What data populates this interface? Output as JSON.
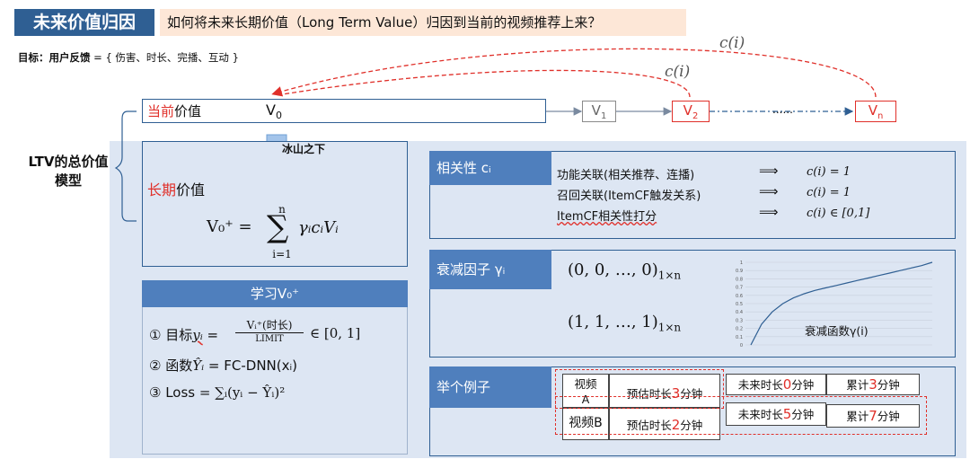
{
  "header": {
    "badge": "未来价值归因",
    "question": "如何将未来长期价值（Long Term Value）归因到当前的视频推荐上来？"
  },
  "goal": {
    "label": "目标：用户反馈",
    "value": "= { 伤害、时长、完播、互动 }"
  },
  "current": {
    "label_red": "当前",
    "label_rest": "价值",
    "v0": "V",
    "v0_sub": "0"
  },
  "chain": {
    "v1": "V",
    "v1_sub": "1",
    "v2": "V",
    "v2_sub": "2",
    "vn": "V",
    "vn_sub": "n",
    "dots": "......",
    "arc_label_top": "c(i)",
    "arc_label_mid": "c(i)"
  },
  "ltv": {
    "label": "LTV的总价值模型"
  },
  "longterm": {
    "label_red": "长期",
    "label_rest": "价值",
    "iceberg": "冰山之下",
    "formula_lhs": "V₀⁺ =",
    "sum_top": "n",
    "sum_bottom": "i=1",
    "sum_term": "γᵢcᵢVᵢ"
  },
  "learn": {
    "header": "学习V₀⁺",
    "row1_a": "① 目标",
    "row1_var": "yᵢ",
    "row1_eq": "=",
    "row1_num": "Vᵢ⁺(时长)",
    "row1_den": "LIMIT",
    "row1_range": "∈ [0, 1]",
    "row2_a": "② 函数",
    "row2_var": "Ŷᵢ",
    "row2_rest": "= FC-DNN(xᵢ)",
    "row3_a": "③ Loss",
    "row3_rest": "= ∑ᵢ(yᵢ − Ŷᵢ)²"
  },
  "relevance": {
    "header": "相关性 cᵢ",
    "rows": [
      {
        "text": "功能关联(相关推荐、连播)",
        "arrow": "⟹",
        "value": "c(i) = 1"
      },
      {
        "text": "召回关联(ItemCF触发关系)",
        "arrow": "⟹",
        "value": "c(i) = 1"
      },
      {
        "text": "ItemCF相关性打分",
        "arrow": "⟹",
        "value": "c(i) ∈ [0,1]"
      }
    ]
  },
  "decay": {
    "header": "衰减因子 γᵢ",
    "vec1": "(0, 0, …, 0)",
    "vec1_sub": "1×n",
    "vec2": "(1, 1, …, 1)",
    "vec2_sub": "1×n",
    "chart_label": "衰减函数γ(i)"
  },
  "chart_data": {
    "type": "line",
    "title": "衰减函数γ(i)",
    "xlabel": "",
    "ylabel": "",
    "ylim": [
      0,
      1
    ],
    "y_ticks": [
      "0",
      "0.1",
      "0.2",
      "0.3",
      "0.4",
      "0.5",
      "0.6",
      "0.7",
      "0.8",
      "0.9",
      "1"
    ],
    "grid": true,
    "series": [
      {
        "values": [
          0.0,
          0.25,
          0.4,
          0.5,
          0.57,
          0.62,
          0.66,
          0.69,
          0.72,
          0.75,
          0.78,
          0.81,
          0.84,
          0.87,
          0.9,
          0.93,
          0.96,
          1.0
        ]
      }
    ]
  },
  "example": {
    "header": "举个例子",
    "videoA_1": "视频",
    "videoA_2": "A",
    "estA_pre": "预估时长",
    "estA_num": "3",
    "estA_post": "分钟",
    "futA_pre": "未来时长",
    "futA_num": "0",
    "futA_post": "分钟",
    "cumA_pre": "累计",
    "cumA_num": "3",
    "cumA_post": "分钟",
    "videoB": "视频B",
    "estB_pre": "预估时长",
    "estB_num": "2",
    "estB_post": "分钟",
    "futB_pre": "未来时长",
    "futB_num": "5",
    "futB_post": "分钟",
    "cumB_pre": "累计",
    "cumB_num": "7",
    "cumB_post": "分钟"
  },
  "colors": {
    "brand": "#2f5f93",
    "header": "#4f7fbd",
    "panel": "#dde6f3",
    "accent": "#e0302a"
  }
}
